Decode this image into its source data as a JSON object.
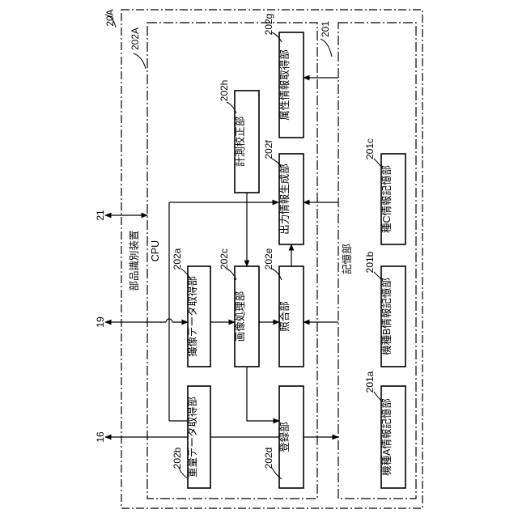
{
  "outer": {
    "ref": "20A"
  },
  "cpu_block": {
    "ref": "202A",
    "label": "CPU"
  },
  "device_label": "部品識別装置",
  "storage": {
    "ref": "201",
    "label": "記憶部"
  },
  "ports": {
    "p16": "16",
    "p19": "19",
    "p21": "21"
  },
  "blocks": {
    "weight_acq": {
      "ref": "202b",
      "label": "重量データ取得部"
    },
    "image_acq": {
      "ref": "202a",
      "label": "撮像データ取得部"
    },
    "image_proc": {
      "ref": "202c",
      "label": "画像処理部"
    },
    "register": {
      "ref": "202d",
      "label": "登録部"
    },
    "collation": {
      "ref": "202e",
      "label": "照合部"
    },
    "output_gen": {
      "ref": "202f",
      "label": "出力情報生成部"
    },
    "attr_acq": {
      "ref": "202g",
      "label": "属性情報取得部"
    },
    "calib": {
      "ref": "202h",
      "label": "計測校正部"
    },
    "store_a": {
      "ref": "201a",
      "label": "機種A情報記憶部"
    },
    "store_b": {
      "ref": "201b",
      "label": "機種B情報記憶部"
    },
    "store_c": {
      "ref": "201c",
      "label": "種C情報記憶部"
    }
  }
}
